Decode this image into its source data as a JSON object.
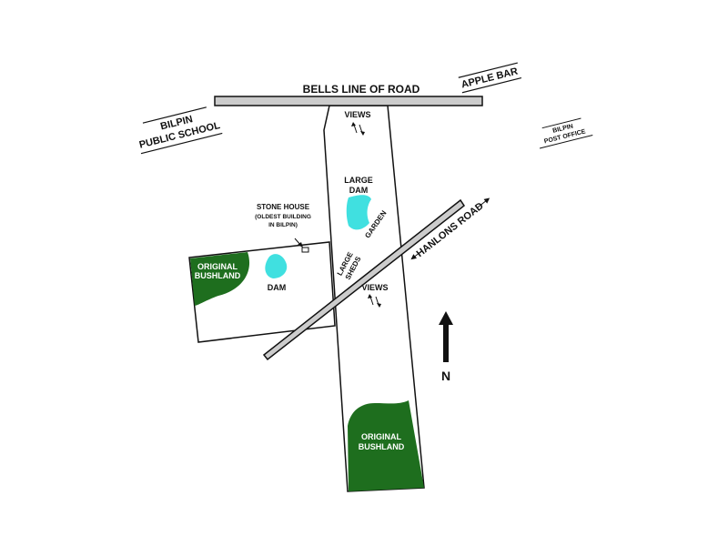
{
  "roads": {
    "bells_line": "BELLS LINE OF ROAD",
    "hanlons": "HANLONS ROAD"
  },
  "places": {
    "apple_bar": "APPLE BAR",
    "school_line1": "BILPIN",
    "school_line2": "PUBLIC SCHOOL",
    "post_line1": "BILPIN",
    "post_line2": "POST OFFICE"
  },
  "features": {
    "views_top": "VIEWS",
    "views_mid": "VIEWS",
    "large_dam_line1": "LARGE",
    "large_dam_line2": "DAM",
    "garden": "GARDEN",
    "large_sheds_line1": "LARGE",
    "large_sheds_line2": "SHEDS",
    "dam": "DAM",
    "stone_house_line1": "STONE HOUSE",
    "stone_house_line2": "(OLDEST BUILDING",
    "stone_house_line3": "IN BILPIN)",
    "bush_left_line1": "ORIGINAL",
    "bush_left_line2": "BUSHLAND",
    "bush_bottom_line1": "ORIGINAL",
    "bush_bottom_line2": "BUSHLAND"
  },
  "north": {
    "label": "N"
  },
  "colors": {
    "bushland": "#1e6e1e",
    "water": "#40e0e0",
    "road_fill": "#cccccc",
    "outline": "#111111"
  }
}
